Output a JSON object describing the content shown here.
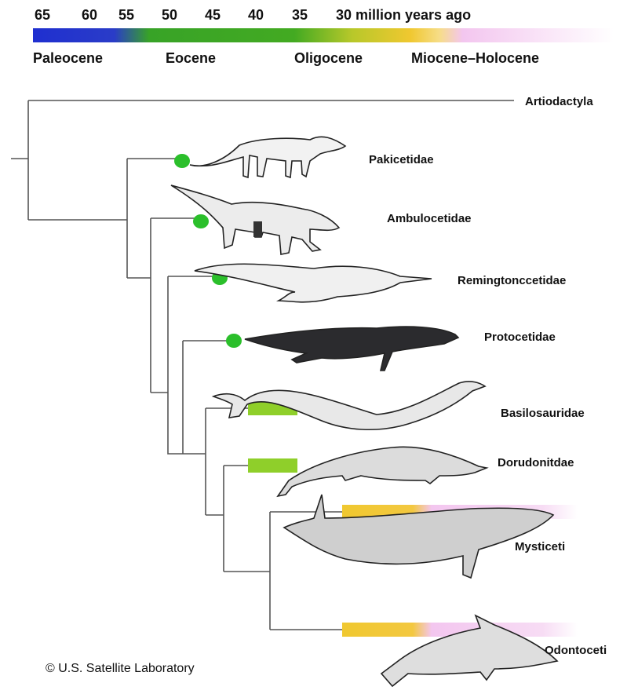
{
  "timeline": {
    "ticks": [
      "65",
      "60",
      "55",
      "50",
      "45",
      "40",
      "35",
      "30 million years ago"
    ],
    "epochs": [
      "Paleocene",
      "Eocene",
      "Oligocene",
      "Miocene–Holocene"
    ]
  },
  "taxa": [
    "Artiodactyla",
    "Pakicetidae",
    "Ambulocetidae",
    "Remingtonccetidae",
    "Protocetidae",
    "Basilosauridae",
    "Dorudonitdae",
    "Mysticeti",
    "Odontoceti"
  ],
  "credit": "©  U.S. Satellite Laboratory",
  "colors": {
    "paleocene": "#1f2fd0",
    "eocene": "#3aa820",
    "oligocene": "#f0c830",
    "miocene_holocene": "#f3c6ef",
    "fossil_dot": "#2bbf2b",
    "fossil_bar": "#8fcf2a",
    "branch": "#555555"
  }
}
